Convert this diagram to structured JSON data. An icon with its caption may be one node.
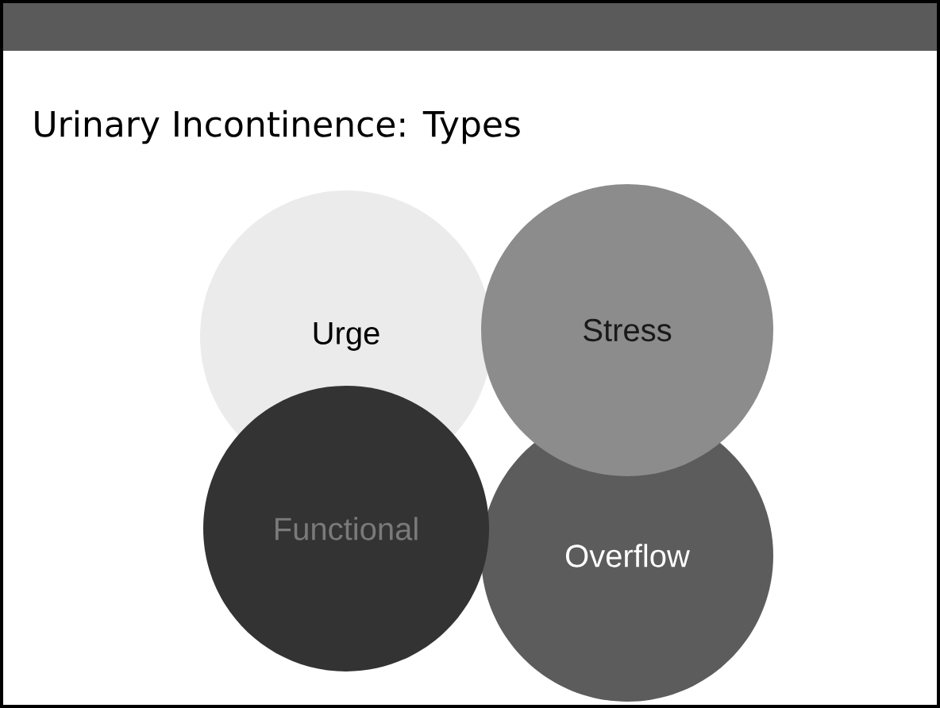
{
  "diagram": {
    "title": "Urinary Incontinence: Types",
    "nodes": [
      {
        "text": [
          "Urge"
        ]
      },
      {
        "text": [
          "Stress"
        ]
      },
      {
        "text": [
          "Functional"
        ]
      },
      {
        "text": [
          "Overflow"
        ]
      }
    ]
  }
}
